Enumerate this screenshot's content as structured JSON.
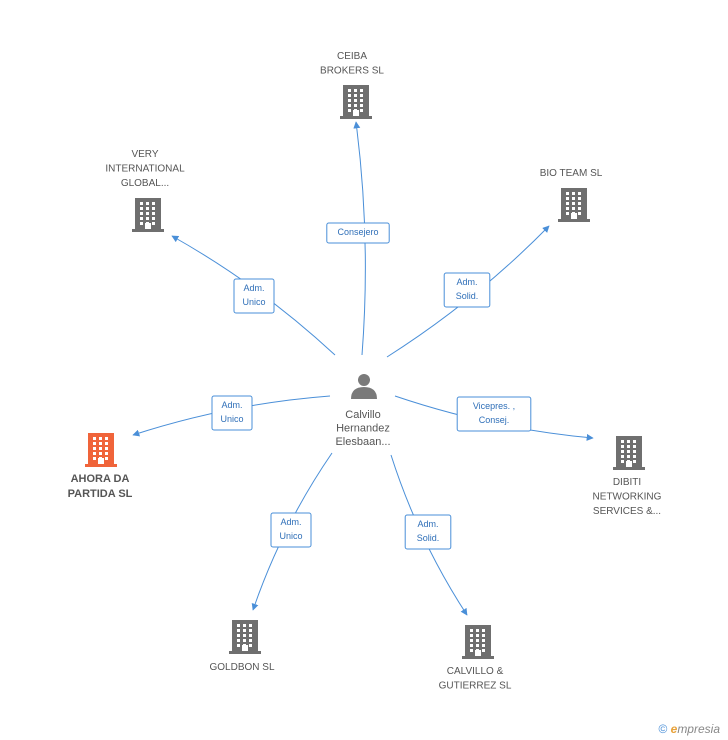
{
  "center": {
    "name_lines": [
      "Calvillo",
      "Hernandez",
      "Elesbaan..."
    ],
    "icon": "person-icon"
  },
  "nodes": [
    {
      "id": "ceiba",
      "lines": [
        "CEIBA",
        "BROKERS SL"
      ],
      "icon": "building-icon",
      "highlight": false,
      "role": [
        "Consejero"
      ]
    },
    {
      "id": "very",
      "lines": [
        "VERY",
        "INTERNATIONAL",
        "GLOBAL..."
      ],
      "icon": "building-icon",
      "highlight": false,
      "role": [
        "Adm.",
        "Unico"
      ]
    },
    {
      "id": "bioteam",
      "lines": [
        "BIO TEAM SL"
      ],
      "icon": "building-icon",
      "highlight": false,
      "role": [
        "Adm.",
        "Solid."
      ]
    },
    {
      "id": "ahora",
      "lines": [
        "AHORA DA",
        "PARTIDA SL"
      ],
      "icon": "building-icon",
      "highlight": true,
      "role": [
        "Adm.",
        "Unico"
      ]
    },
    {
      "id": "dibiti",
      "lines": [
        "DIBITI",
        "NETWORKING",
        "SERVICES &..."
      ],
      "icon": "building-icon",
      "highlight": false,
      "role": [
        "Vicepres. ,",
        "Consej."
      ]
    },
    {
      "id": "goldbon",
      "lines": [
        "GOLDBON  SL"
      ],
      "icon": "building-icon",
      "highlight": false,
      "role": [
        "Adm.",
        "Unico"
      ]
    },
    {
      "id": "calvillo",
      "lines": [
        "CALVILLO &",
        "GUTIERREZ SL"
      ],
      "icon": "building-icon",
      "highlight": false,
      "role": [
        "Adm.",
        "Solid."
      ]
    }
  ],
  "colors": {
    "edge": "#4a8fd8",
    "building": "#6f6f6f",
    "building_highlight": "#f0643a",
    "person": "#7a7a7a"
  },
  "footer": {
    "copyright": "©",
    "brand_initial": "e",
    "brand_rest": "mpresia"
  }
}
